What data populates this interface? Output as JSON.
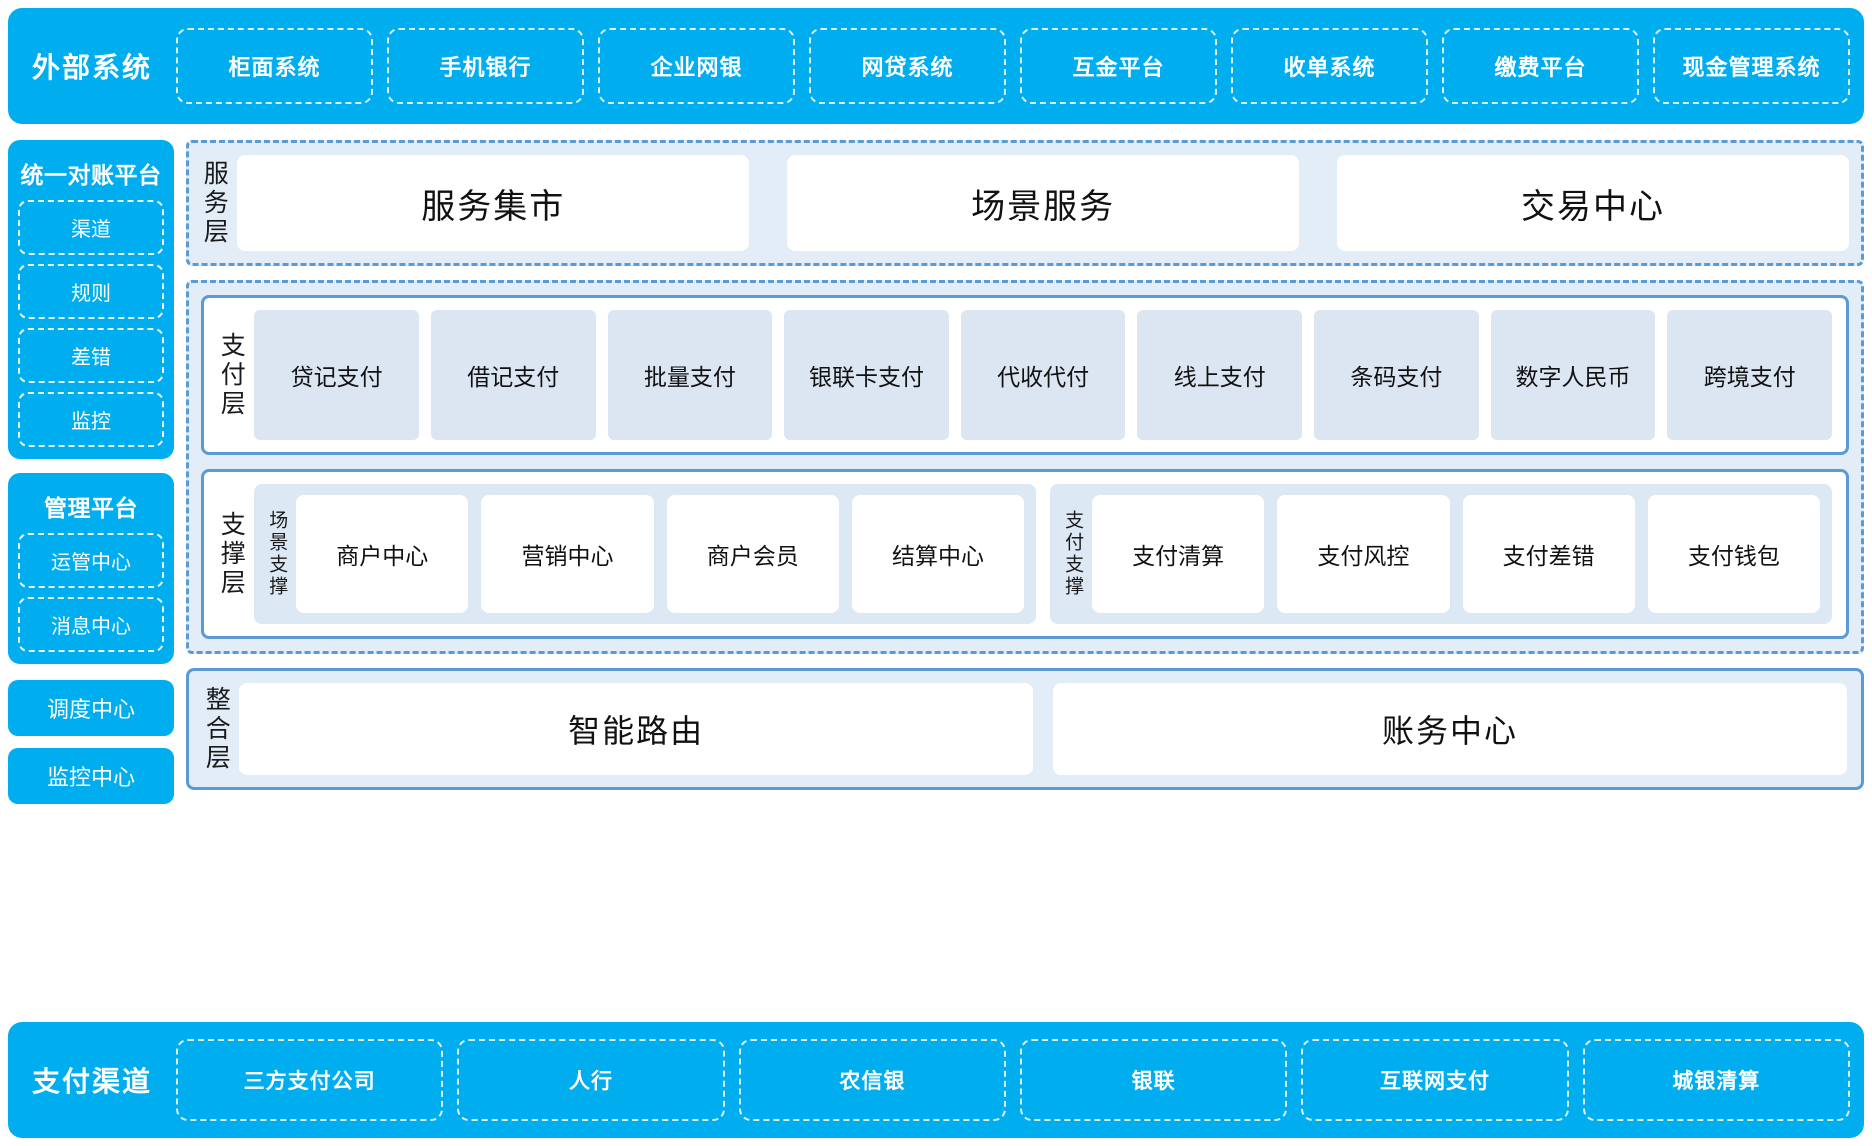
{
  "colors": {
    "brand_cyan": "#00ADEE",
    "accent_blue": "#5B9BD5",
    "panel_fill": "#E3EDF7",
    "card_fill": "#DCE6F2",
    "group_fill": "#DCE8F4",
    "white": "#FFFFFF"
  },
  "external_systems": {
    "title": "外部系统",
    "items": [
      "柜面系统",
      "手机银行",
      "企业网银",
      "网贷系统",
      "互金平台",
      "收单系统",
      "缴费平台",
      "现金管理系统"
    ]
  },
  "sidebar": {
    "panels": [
      {
        "title": "统一对账平台",
        "items": [
          "渠道",
          "规则",
          "差错",
          "监控"
        ]
      },
      {
        "title": "管理平台",
        "items": [
          "运管中心",
          "消息中心"
        ]
      }
    ],
    "standalone": [
      "调度中心",
      "监控中心"
    ]
  },
  "service_layer": {
    "label": "服务层",
    "cards": [
      "服务集市",
      "场景服务",
      "交易中心"
    ]
  },
  "payment_layer": {
    "label": "支付层",
    "cards": [
      "贷记支付",
      "借记支付",
      "批量支付",
      "银联卡支付",
      "代收代付",
      "线上支付",
      "条码支付",
      "数字人民币",
      "跨境支付"
    ]
  },
  "support_layer": {
    "label": "支撑层",
    "groups": [
      {
        "label": "场景支撑",
        "cards": [
          "商户中心",
          "营销中心",
          "商户会员",
          "结算中心"
        ]
      },
      {
        "label": "支付支撑",
        "cards": [
          "支付清算",
          "支付风控",
          "支付差错",
          "支付钱包"
        ]
      }
    ]
  },
  "integration_layer": {
    "label": "整合层",
    "cards": [
      "智能路由",
      "账务中心"
    ]
  },
  "payment_channels": {
    "title": "支付渠道",
    "items": [
      "三方支付公司",
      "人行",
      "农信银",
      "银联",
      "互联网支付",
      "城银清算"
    ]
  }
}
